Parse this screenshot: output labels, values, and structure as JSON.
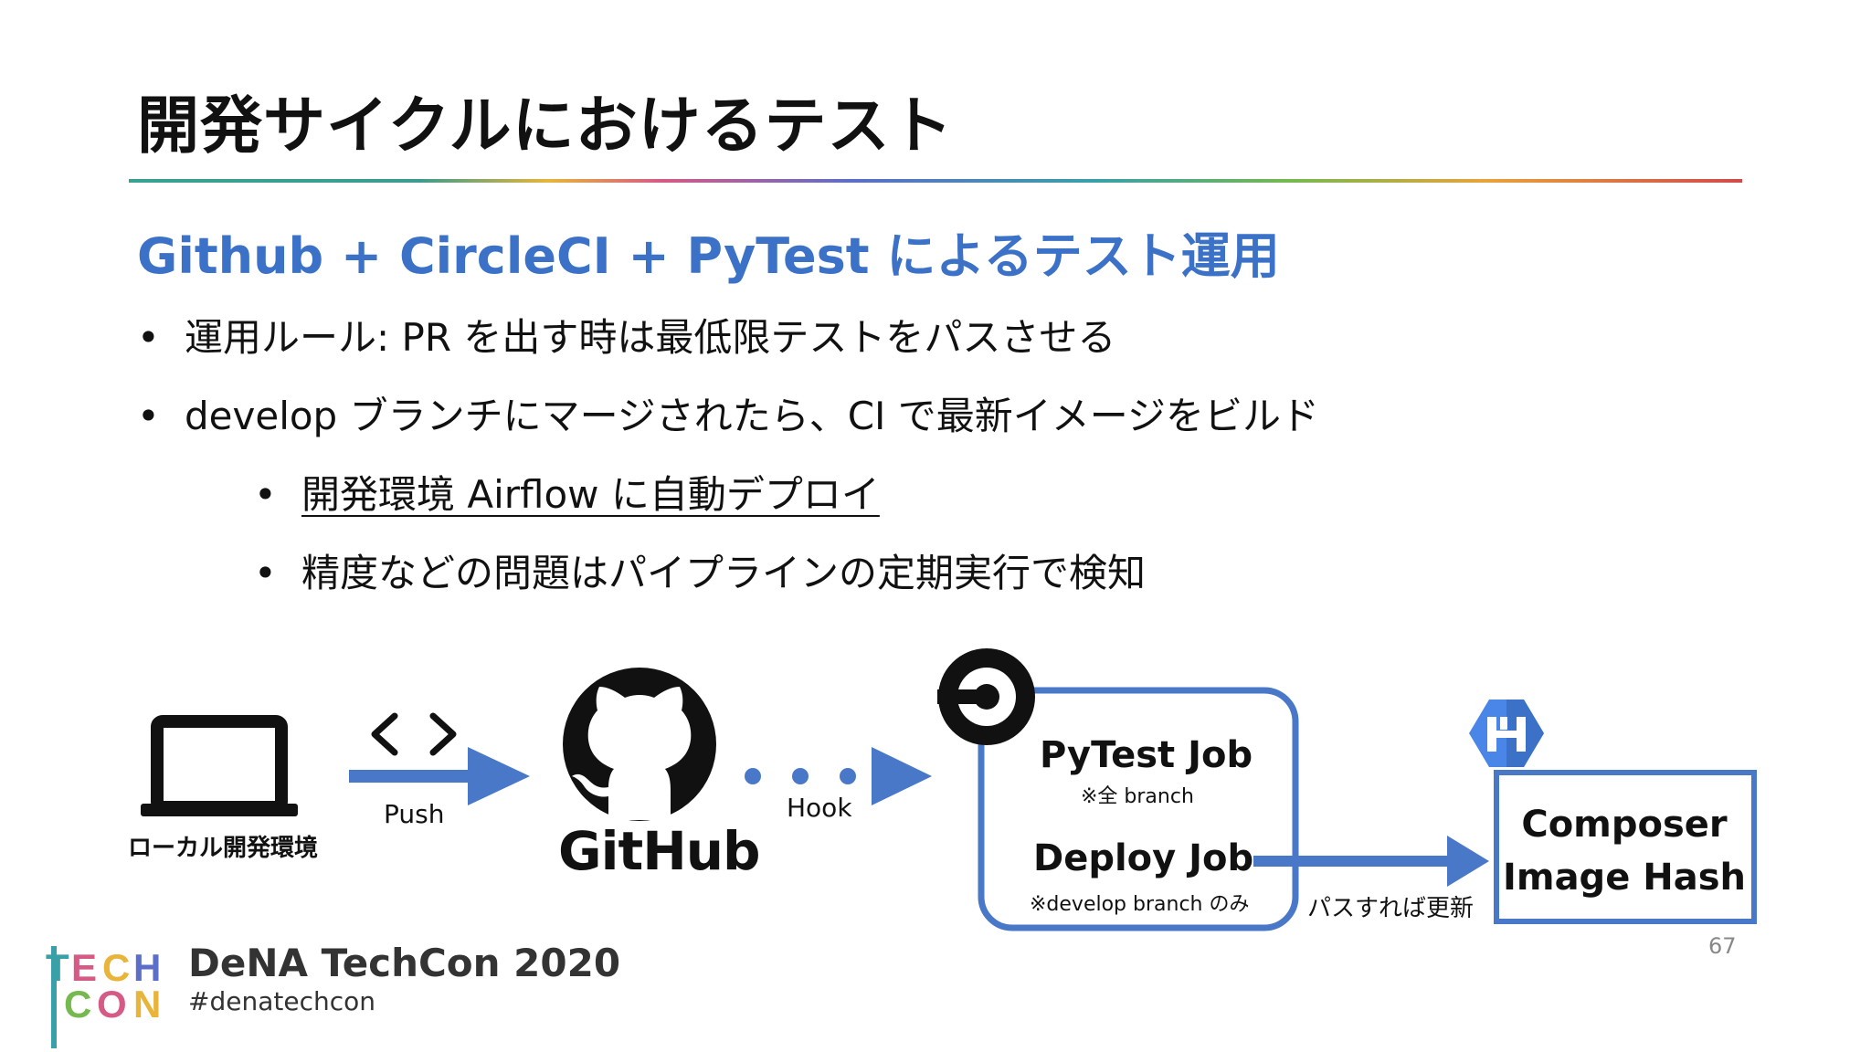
{
  "slide": {
    "title": "開発サイクルにおけるテスト",
    "subtitle": "Github + CircleCI + PyTest によるテスト運用",
    "bullets": [
      "運用ルール: PR を出す時は最低限テストをパスさせる",
      "develop ブランチにマージされたら、CI で最新イメージをビルド"
    ],
    "sub_bullets": [
      "開発環境 Airflow に自動デプロイ",
      "精度などの問題はパイプラインの定期実行で検知"
    ],
    "bullet_glyph": "•"
  },
  "diagram": {
    "local_label": "ローカル開発環境",
    "push_label": "Push",
    "code_icon_glyph": "< >",
    "github_word": "GitHub",
    "hook_label": "Hook",
    "pytest_job": "PyTest Job",
    "pytest_note": "※全 branch",
    "deploy_job": "Deploy Job",
    "deploy_note": "※develop branch のみ",
    "pass_label": "パスすれば更新",
    "composer_line1": "Composer",
    "composer_line2": "Image Hash"
  },
  "footer": {
    "logo_text": "TECH CON",
    "brand": "DeNA TechCon 2020",
    "hashtag": "#denatechcon",
    "page_number": "67"
  },
  "colors": {
    "accent_blue": "#3b72c8",
    "box_blue": "#4a78c9",
    "text": "#111111"
  }
}
